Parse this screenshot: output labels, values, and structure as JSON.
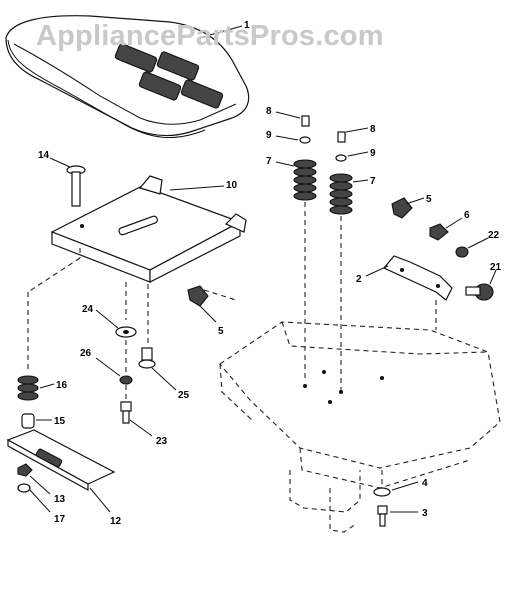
{
  "watermark": "AppliancePartsPros.com",
  "callouts": [
    {
      "id": "c1",
      "label": "1"
    },
    {
      "id": "c14",
      "label": "14"
    },
    {
      "id": "c10",
      "label": "10"
    },
    {
      "id": "c8a",
      "label": "8"
    },
    {
      "id": "c8b",
      "label": "8"
    },
    {
      "id": "c9a",
      "label": "9"
    },
    {
      "id": "c9b",
      "label": "9"
    },
    {
      "id": "c7a",
      "label": "7"
    },
    {
      "id": "c7b",
      "label": "7"
    },
    {
      "id": "c5a",
      "label": "5"
    },
    {
      "id": "c6",
      "label": "6"
    },
    {
      "id": "c22",
      "label": "22"
    },
    {
      "id": "c2",
      "label": "2"
    },
    {
      "id": "c21",
      "label": "21"
    },
    {
      "id": "c5b",
      "label": "5"
    },
    {
      "id": "c24",
      "label": "24"
    },
    {
      "id": "c26",
      "label": "26"
    },
    {
      "id": "c25",
      "label": "25"
    },
    {
      "id": "c16",
      "label": "16"
    },
    {
      "id": "c15",
      "label": "15"
    },
    {
      "id": "c23",
      "label": "23"
    },
    {
      "id": "c13",
      "label": "13"
    },
    {
      "id": "c17",
      "label": "17"
    },
    {
      "id": "c12",
      "label": "12"
    },
    {
      "id": "c4",
      "label": "4"
    },
    {
      "id": "c3",
      "label": "3"
    }
  ]
}
